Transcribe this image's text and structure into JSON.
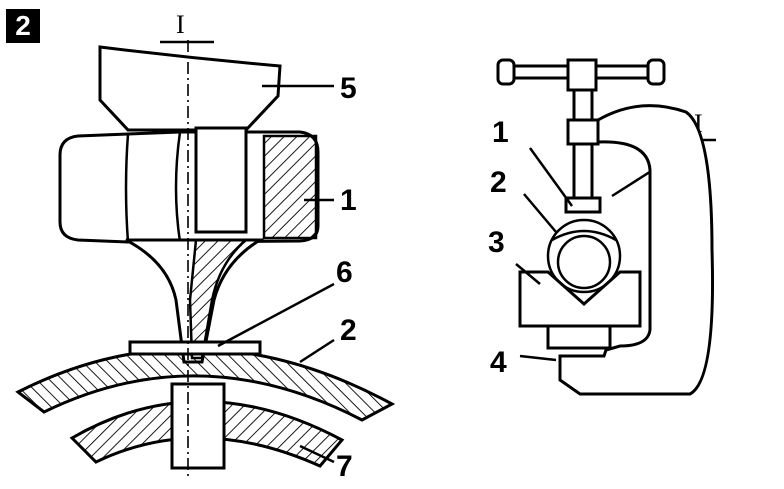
{
  "figure_number": "2",
  "left_view": {
    "section_mark": "I",
    "labels": [
      "5",
      "1",
      "6",
      "2",
      "7"
    ]
  },
  "right_view": {
    "section_mark": "I",
    "labels": [
      "1",
      "2",
      "3",
      "4"
    ]
  }
}
